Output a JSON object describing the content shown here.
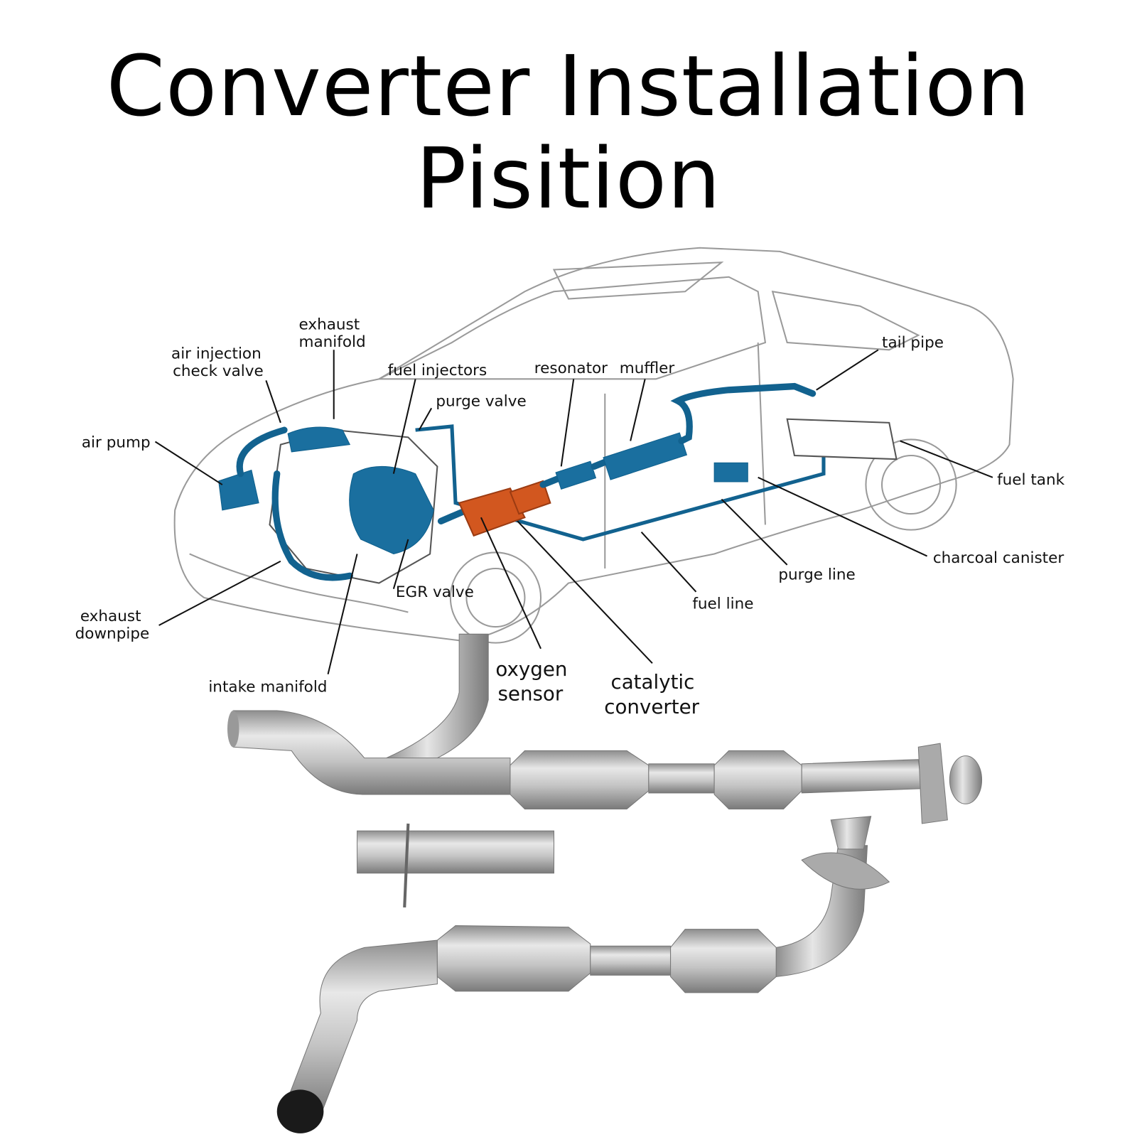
{
  "title": {
    "line1": "Converter Installation",
    "line2": "Pisition"
  },
  "labels": {
    "air_injection_check_valve": [
      "air injection",
      "check valve"
    ],
    "exhaust_manifold": [
      "exhaust",
      "manifold"
    ],
    "fuel_injectors": "fuel injectors",
    "purge_valve": "purge valve",
    "resonator": "resonator",
    "muffler": "muffler",
    "tail_pipe": "tail pipe",
    "air_pump": "air pump",
    "fuel_tank": "fuel tank",
    "charcoal_canister": "charcoal canister",
    "purge_line": "purge line",
    "fuel_line": "fuel line",
    "egr_valve": "EGR valve",
    "exhaust_downpipe": [
      "exhaust",
      "downpipe"
    ],
    "intake_manifold": "intake manifold",
    "oxygen_sensor": [
      "oxygen",
      "sensor"
    ],
    "catalytic_converter": [
      "catalytic",
      "converter"
    ]
  },
  "colors": {
    "system_blue": "#1a6f9f",
    "converter_orange": "#d2571f",
    "steel": "#b8b8b8"
  }
}
